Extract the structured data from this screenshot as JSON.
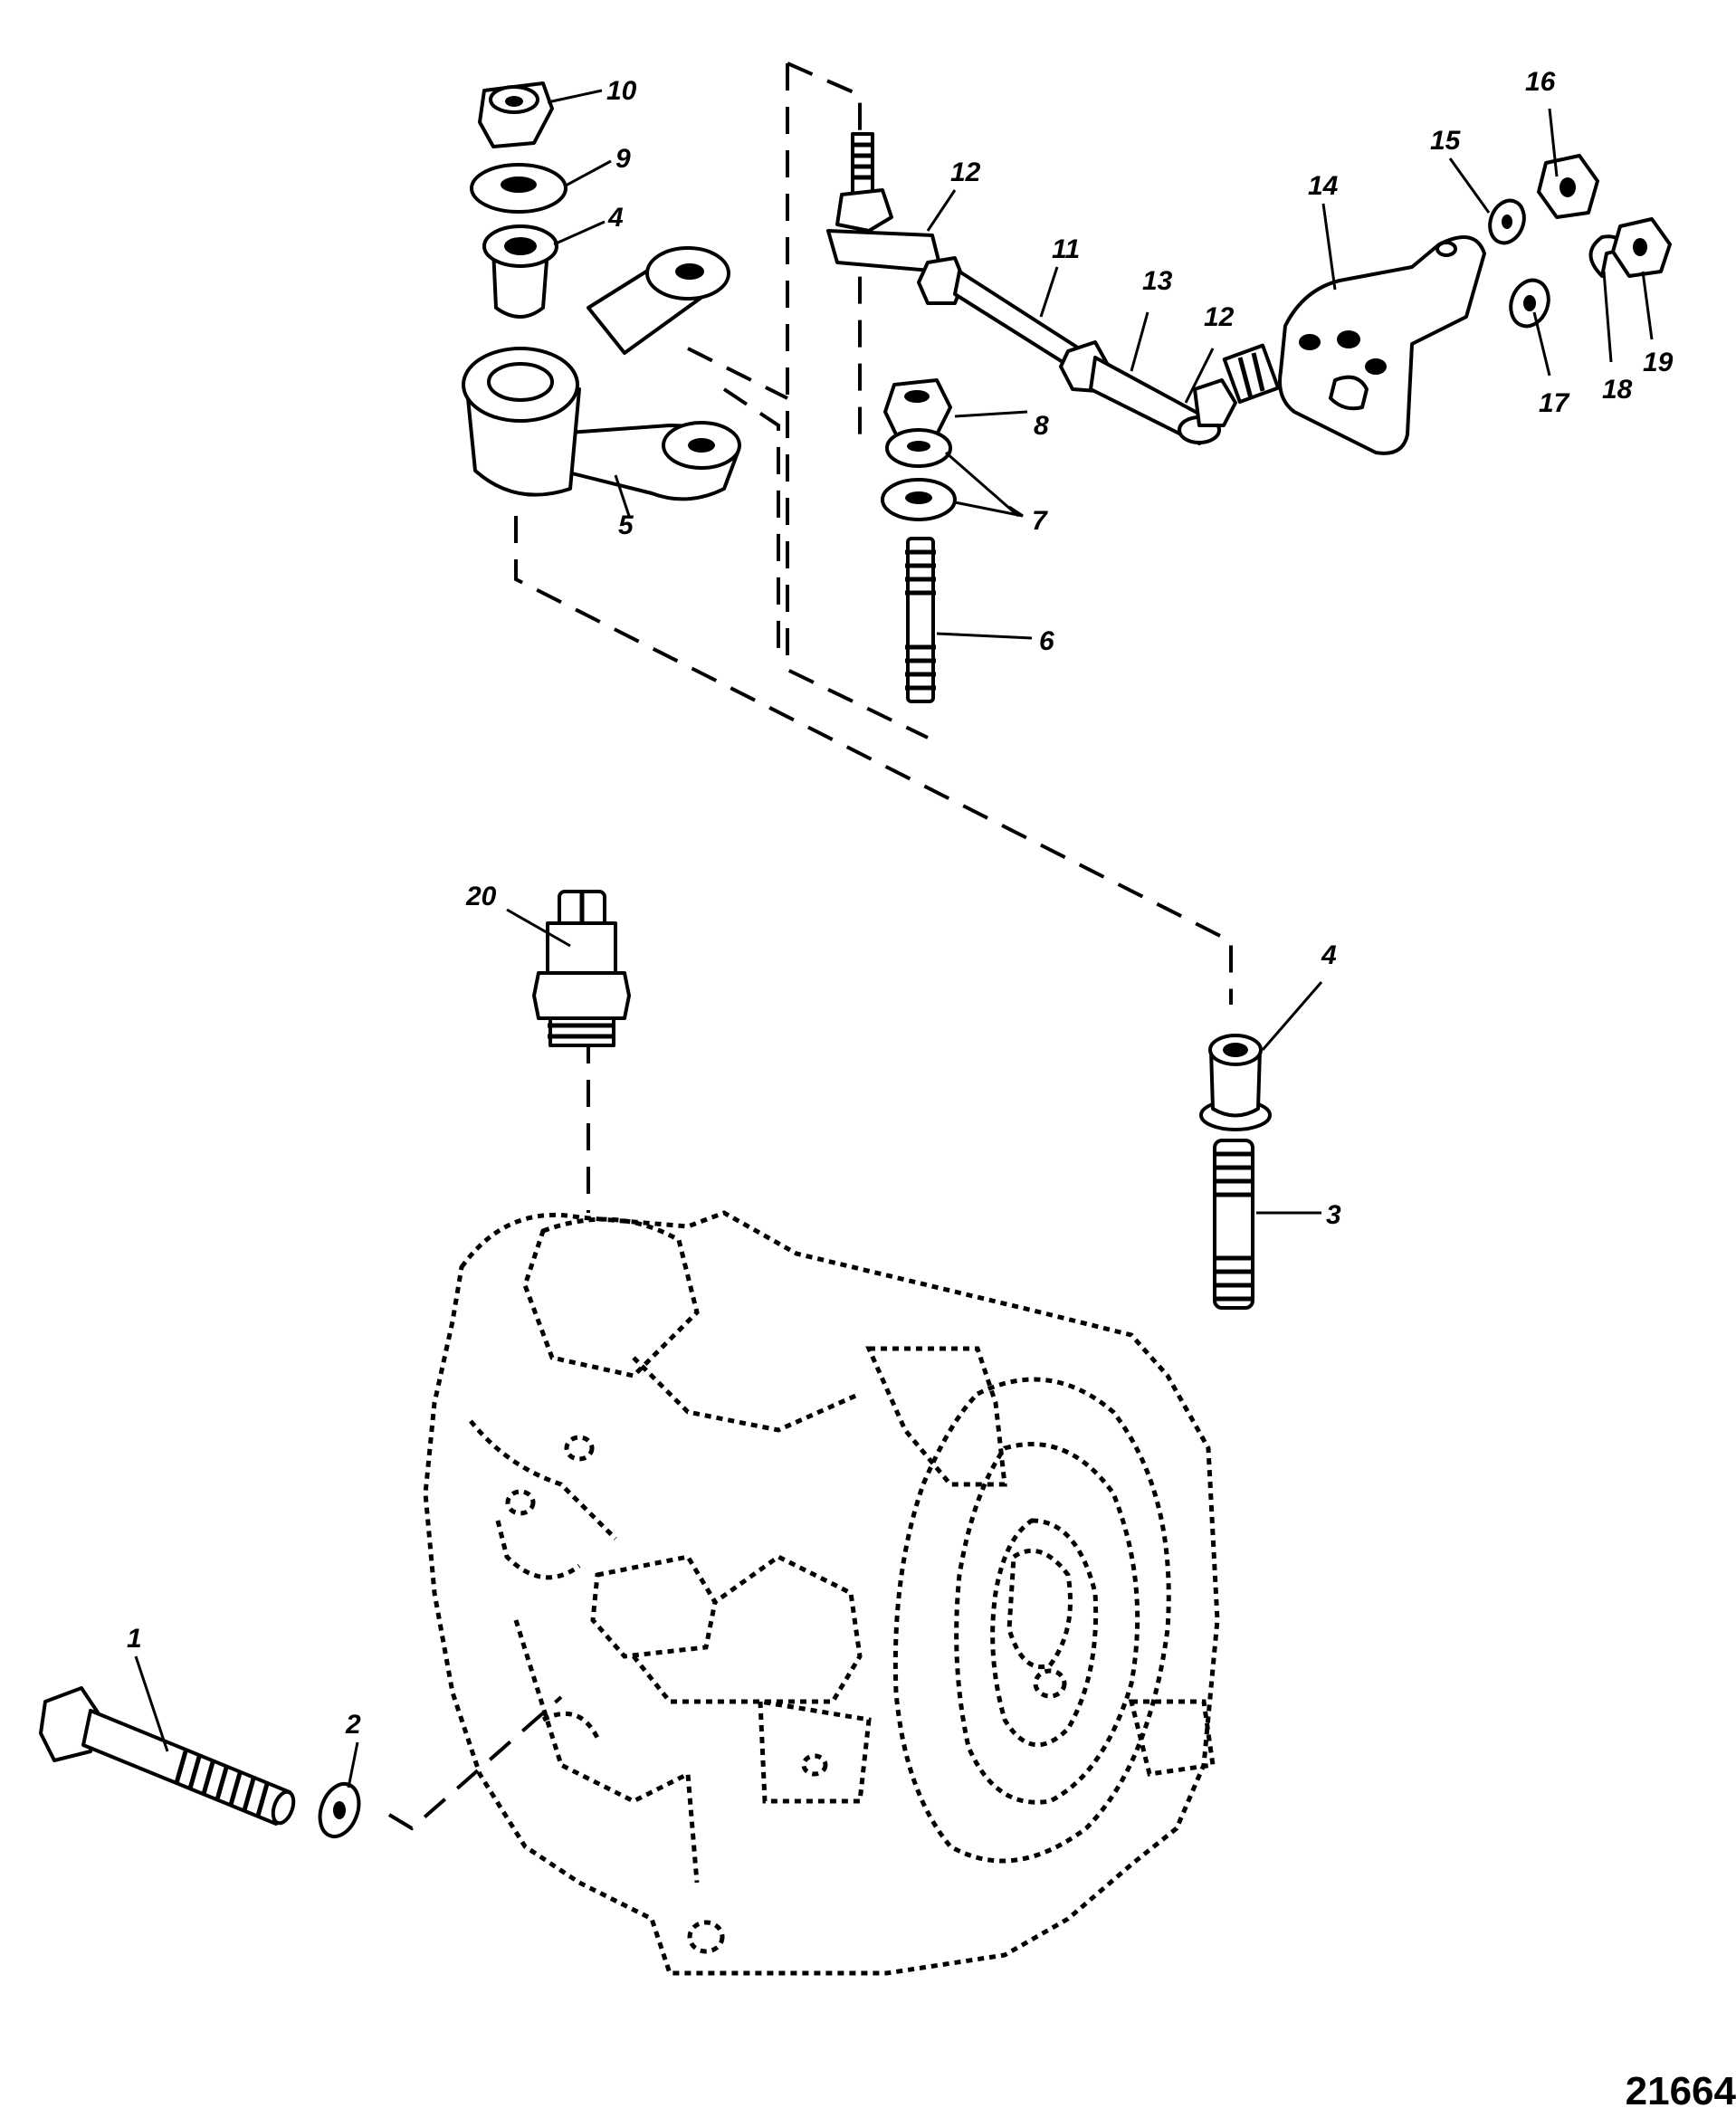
{
  "figure_number": "21664",
  "callouts": {
    "c1": "1",
    "c2": "2",
    "c3": "3",
    "c4a": "4",
    "c4b": "4",
    "c5": "5",
    "c6": "6",
    "c7": "7",
    "c8": "8",
    "c9": "9",
    "c10": "10",
    "c11": "11",
    "c12a": "12",
    "c12b": "12",
    "c13": "13",
    "c14": "14",
    "c15": "15",
    "c16": "16",
    "c17": "17",
    "c18": "18",
    "c19": "19",
    "c20": "20"
  }
}
